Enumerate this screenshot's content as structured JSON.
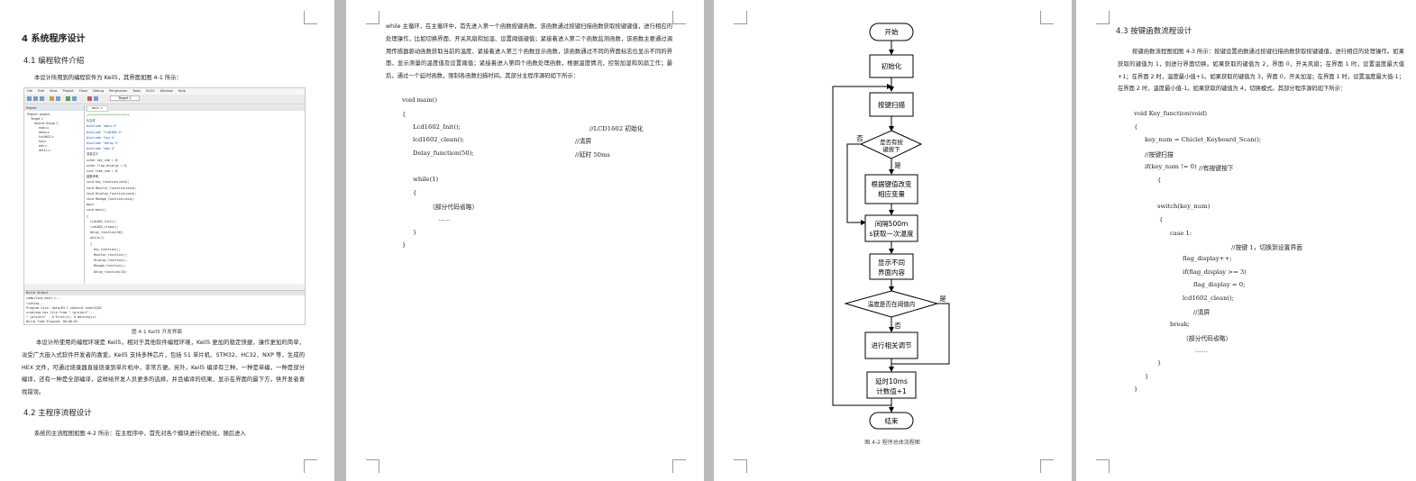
{
  "page1": {
    "chapter_title": "4 系统程序设计",
    "sec41_title": "4.1  编程软件介绍",
    "sec41_intro": "本设计所用到的编程软件为 Keil5，其界面如图 4-1 所示：",
    "figure_caption": "图 4-1 Keil5 开发界面",
    "sec41_body": "本设计所使用的编程环境是 Keil5，相对于其他软件编程环境，Keil5 更加的稳定快捷，操作更加的简单，淡受广大嵌入式软件开发者的喜爱。Keil5 支持多种芯片，包括 51 单片机、STM32、HC32、NXP 等，生成的 HEX 文件，可通过烧录器直接烧录到单片机中，非常方便。另外，Keil5 编译有三种，一种是单编，一种是部分编译，还有一种是全部编译，这样给开发人员更多的选择，并且编译的结果，显示在界面的最下方，供开发者查找错误。",
    "sec42_title": "4.2  主程序流程设计",
    "sec42_intro": "系统的主流程图如图 4-2 所示：在主程序中，首先对各个模块进行初始化，随后进入",
    "screenshot": {
      "menu": [
        "File",
        "Edit",
        "View",
        "Project",
        "Flash",
        "Debug",
        "Peripherals",
        "Tools",
        "SVCS",
        "Window",
        "Help"
      ],
      "target": "Target 1",
      "tab": "main.c",
      "project_label": "Project",
      "tree": [
        "Project: project",
        "Target 1",
        "Source Group 1",
        "main.c",
        "delay.c",
        "lcd1602.c",
        "key.c",
        "adc.c",
        "dht11.c"
      ],
      "code_lines": [
        "/***********************",
        "头文件",
        "#include \"main.h\"",
        "#include \"lcd1602.h\"",
        "#include \"key.h\"",
        "#include \"delay.h\"",
        "#include \"adc.h\"",
        "变量定义",
        "uchar key_num = 0;",
        "uchar flag_display = 0;",
        "uint time_num = 0;",
        "函数声明",
        "void Key_function(void);",
        "void Monitor_function(void);",
        "void Display_function(void);",
        "void Manage_function(void);",
        "main",
        "void main()",
        "{",
        "  Lcd1602_Init();",
        "  lcd1602_clean();",
        "  Delay_function(50);",
        "  while(1)",
        "  {",
        "    Key_function();",
        "    Monitor_function();",
        "    Display_function();",
        "    Manage_function();",
        "    Delay_function(10);"
      ],
      "build_label": "Build Output",
      "build_lines": [
        "compiling main.c...",
        "linking...",
        "Program Size: data=63.1 xdata=0 code=4202",
        "creating hex file from \".\\project\"...",
        "\".\\project\" - 0 Error(s), 0 Warning(s).",
        "Build Time Elapsed:  00:00:01"
      ]
    }
  },
  "page2": {
    "body": "while 主循环，在主循环中，首先进入第一个函数按键函数，该函数通过按键扫描函数获取按键键值，进行相应的处理操作，比如切换界面、开关风扇和加湿、设置阈值键值；紧接着进入第二个函数监测函数，该函数主要通过调用传感器驱动函数获取当前的温度、紧接着进入第三个函数显示函数，该函数通过不同的界面标志位显示不同的界面，显示测量的温度值及设置阈值；紧接着进入第四个函数处理函数，根据温度情况，控制加湿和风扇工作；最后，通过一个延时函数，限制各函数扫描时间。其部分主程序源码如下所示：",
    "code": [
      "void main()",
      "{",
      "Lcd1602_Init();",
      "//LCD1602 初始化",
      "lcd1602_clean();",
      "//清屏",
      "Delay_function(50);",
      "//延时 50ms",
      "while(1)",
      "{",
      "（部分代码省略）",
      "……",
      "}",
      "}"
    ]
  },
  "page3": {
    "caption": "图 4-2    程序总体流程图",
    "nodes": [
      "开始",
      "初始化",
      "按键扫描",
      "是否有按键按下",
      "根据键值改变相应变量",
      "间隔500ms获取一次温度",
      "显示不同界面内容",
      "温度是否在阈值内",
      "进行相关调节",
      "延时10ms计数值+1",
      "结束"
    ],
    "yes_label": "是",
    "no_label": "否"
  },
  "page4": {
    "title": "4.3  按键函数流程设计",
    "body": "按键函数流程图如图 4-3 所示：按键设置函数通过按键扫描函数获取按键键值，进行相应的处理操作。如果获取的键值为 1，则进行界面切换。如果获取的键值为 2，界面 0，开关风扇；在界面 1 时，设置温度最大值+1；在界面 2 时，温度最小值+1。如果获取的键值为 3，界面 0，开关加湿；在界面 1 时，设置温度最大值-1；在界面 2 时，温度最小值-1。如果获取的键值为 4，切换模式。其部分程序源码如下所示：",
    "code": [
      "void Key_function(void)",
      "{",
      "key_num = Chiclet_Keyboard_Scan();",
      "//按键扫描",
      "if(key_num != 0)",
      "//有按键按下",
      "{",
      "switch(key_num)",
      "{",
      "case 1:",
      "//按键 1，切换到设置界面",
      "flag_display++;",
      "if(flag_display >= 3)",
      "flag_display = 0;",
      "lcd1602_clean();",
      "//清屏",
      "break;",
      "（部分代码省略）",
      "……",
      "}",
      "}",
      "}"
    ]
  }
}
